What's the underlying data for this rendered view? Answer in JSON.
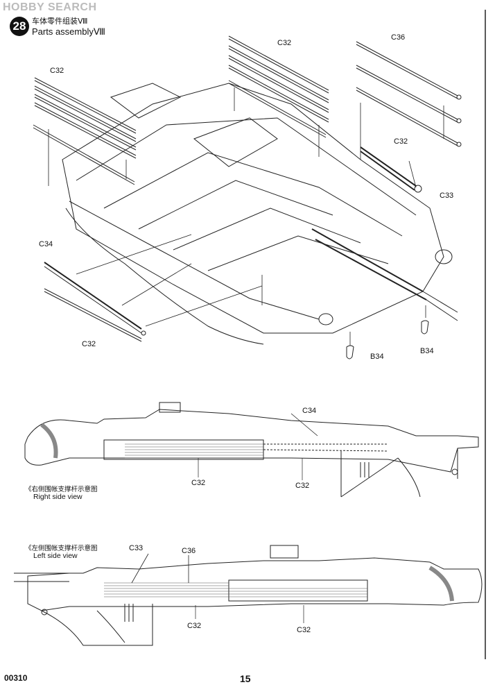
{
  "watermark": "HOBBY SEARCH",
  "step": {
    "number": "28",
    "title_cn": "车体零件组装Ⅷ",
    "title_en": "Parts assemblyⅧ"
  },
  "labels": {
    "c32_top_left": "C32",
    "c32_top_mid": "C32",
    "c36_top": "C36",
    "c32_right": "C32",
    "c33_right": "C33",
    "c34_left": "C34",
    "c32_left_bottom": "C32",
    "b34_a": "B34",
    "b34_b": "B34",
    "c34_side": "C34",
    "c32_side_a": "C32",
    "c32_side_b": "C32",
    "c33_side2": "C33",
    "c36_side2": "C36",
    "c32_side2_a": "C32",
    "c32_side2_b": "C32"
  },
  "right_view": {
    "caption_cn": "《右侧围帐支撑杆示意图",
    "caption_en": "Right side view"
  },
  "left_view": {
    "caption_cn": "《左侧围帐支撑杆示意图",
    "caption_en": "Left side view"
  },
  "footer": {
    "code": "00310",
    "page": "15"
  }
}
